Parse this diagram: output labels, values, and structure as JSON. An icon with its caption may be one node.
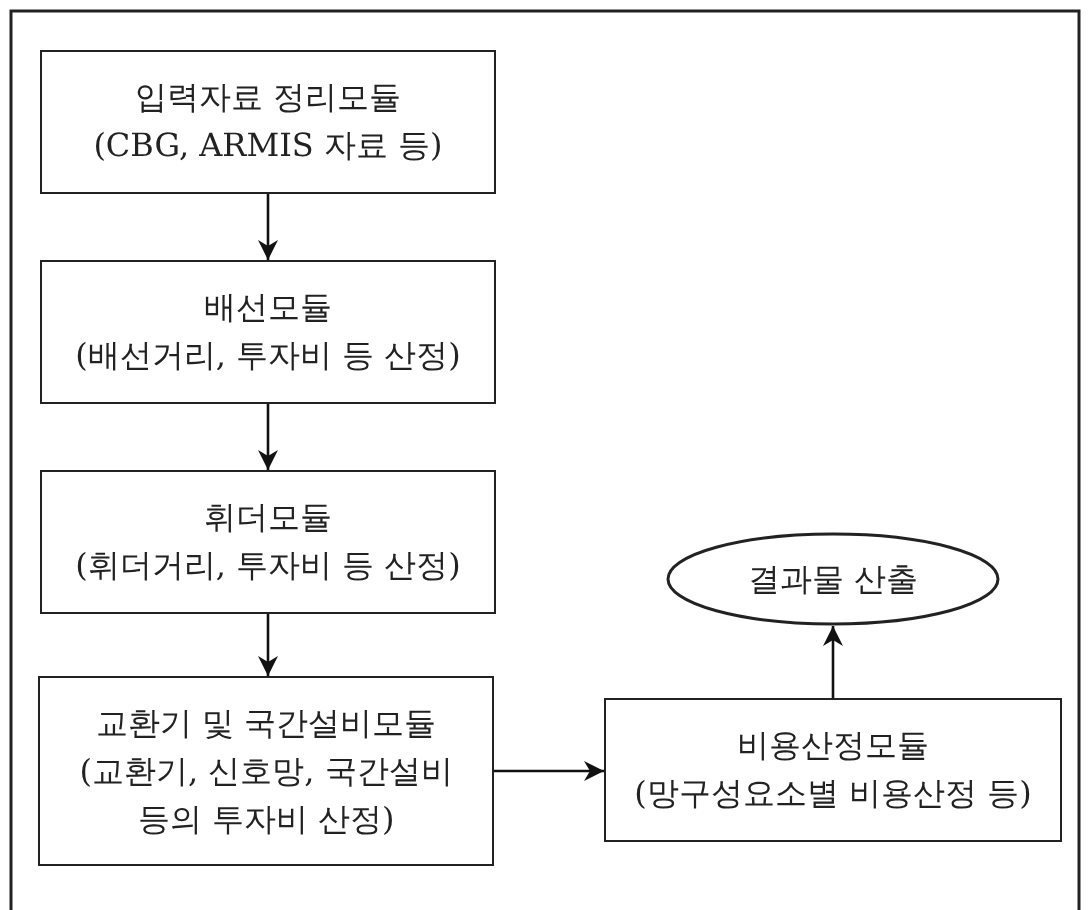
{
  "diagram": {
    "nodes": [
      {
        "text": [
          "입력자료 정리모듈",
          "(CBG, ARMIS 자료 등)"
        ]
      },
      {
        "text": [
          "배선모듈",
          "(배선거리, 투자비 등 산정)"
        ]
      },
      {
        "text": [
          "휘더모듈",
          "(휘더거리, 투자비 등 산정)"
        ]
      },
      {
        "text": [
          "교환기 및 국간설비모듈",
          "(교환기, 신호망, 국간설비 등의 투자비 산정)"
        ]
      },
      {
        "text": [
          "결과물 산출"
        ]
      },
      {
        "text": [
          "비용산정모듈",
          "(망구성요소별 비용산정 등)"
        ]
      }
    ],
    "edges": [
      {
        "from": 0,
        "to": 1,
        "arrow": "to"
      },
      {
        "from": 1,
        "to": 2,
        "arrow": "to"
      },
      {
        "from": 2,
        "to": 3,
        "arrow": "to"
      },
      {
        "from": 3,
        "to": 5,
        "arrow": "to"
      },
      {
        "from": 5,
        "to": 4,
        "arrow": "to"
      }
    ]
  }
}
